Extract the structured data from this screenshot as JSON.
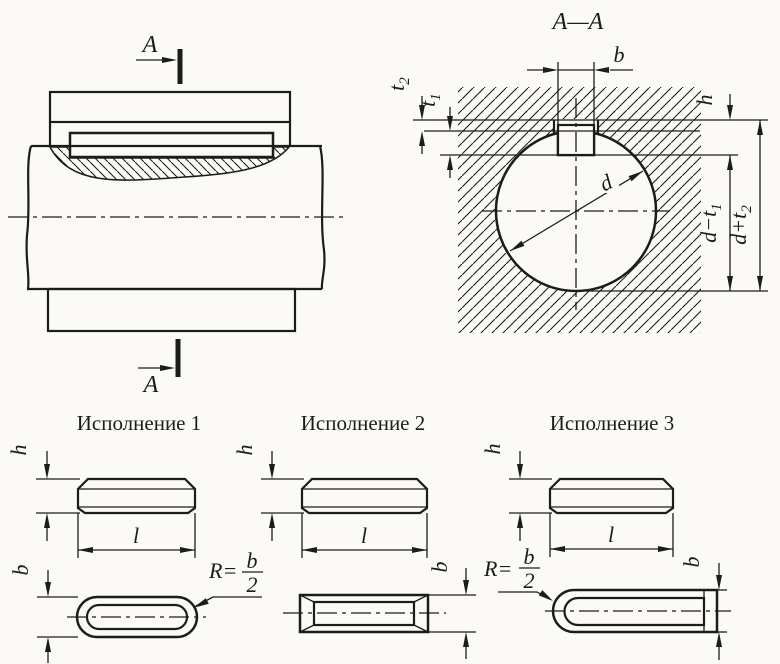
{
  "drawing": {
    "kind": "key-and-keyway engineering drawing (GOST style)",
    "colors": {
      "ink": "#1c1c1c",
      "paper": "#fbfaf6"
    }
  },
  "assembly_view": {
    "section_label_top": "A",
    "section_label_bottom": "A"
  },
  "section_view": {
    "title": "A—A",
    "labels": {
      "b": "b",
      "t2": {
        "main": "t",
        "sub": "2"
      },
      "t1": {
        "main": "t",
        "sub": "1"
      },
      "h": "h",
      "d": "d",
      "d_minus_t1": {
        "main": "d−t",
        "sub": "1"
      },
      "d_plus_t2": {
        "main": "d+t",
        "sub": "2"
      }
    }
  },
  "versions": [
    {
      "title": "Исполнение 1",
      "dims": {
        "h": "h",
        "l": "l",
        "b": "b"
      },
      "radius_label": {
        "prefix": "R=",
        "numerator": "b",
        "denominator": "2"
      }
    },
    {
      "title": "Исполнение 2",
      "dims": {
        "h": "h",
        "l": "l",
        "b": "b"
      }
    },
    {
      "title": "Исполнение 3",
      "dims": {
        "h": "h",
        "l": "l",
        "b": "b"
      },
      "radius_label": {
        "prefix": "R=",
        "numerator": "b",
        "denominator": "2"
      }
    }
  ]
}
